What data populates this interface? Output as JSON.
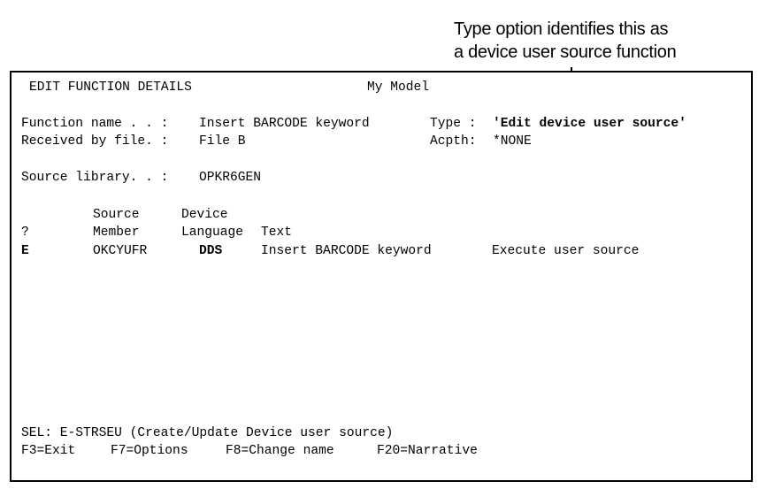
{
  "annotation": {
    "line1": "Type option identifies this as",
    "line2": "a device user source function"
  },
  "screen": {
    "title": "EDIT FUNCTION DETAILS",
    "model": "My Model",
    "function_name_label": "Function name . . :",
    "function_name_value": "Insert BARCODE keyword",
    "type_label": "Type :",
    "type_value": "'Edit device user source'",
    "received_label": "Received by file. :",
    "received_value": "File B",
    "acpth_label": "Acpth:",
    "acpth_value": "*NONE",
    "source_library_label": "Source library. . :",
    "source_library_value": "OPKR6GEN",
    "columns": {
      "sel": "?",
      "member_top": "Source",
      "member_bottom": "Member",
      "language_top": "Device",
      "language_bottom": "Language",
      "text": "Text"
    },
    "rows": [
      {
        "sel": "E",
        "member": "OKCYUFR",
        "language": "DDS",
        "text": "Insert BARCODE keyword",
        "description": "Execute user source"
      }
    ],
    "sel_message": "SEL: E-STRSEU (Create/Update Device user source)",
    "function_keys": [
      {
        "label": "F3=Exit"
      },
      {
        "label": "F7=Options"
      },
      {
        "label": "F8=Change name"
      },
      {
        "label": "F20=Narrative"
      }
    ]
  }
}
